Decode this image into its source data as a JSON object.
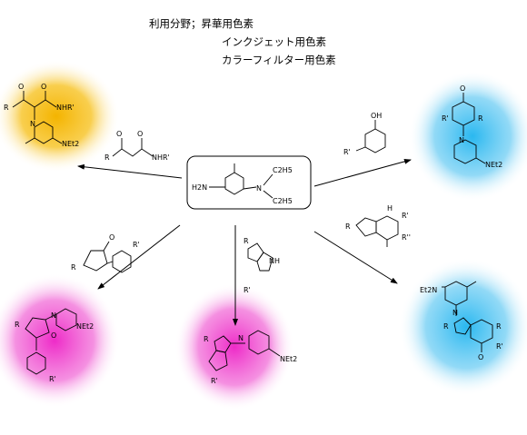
{
  "notes": {
    "line1": "利用分野；昇華用色素",
    "line2": "インクジェット用色素",
    "line3": "カラーフィルター用色素"
  },
  "center": {
    "amine_left": "H2N",
    "amine_right": "N",
    "ethyl_top": "C2H5",
    "ethyl_bottom": "C2H5"
  },
  "reagents": {
    "left": {
      "carbonyl_label": "O",
      "r": "R",
      "nh": "NHR'"
    },
    "upper_right": {
      "oh": "OH",
      "r": "R'"
    },
    "lower_left": {
      "r": "R",
      "rp": "R'"
    },
    "lower_middle": {
      "r": "R",
      "rp": "R'",
      "nh": "NH"
    },
    "lower_right": {
      "h": "H",
      "r": "R",
      "rp": "R'",
      "rpp": "R''"
    }
  },
  "products": {
    "yellow": {
      "r": "R",
      "nhr": "NHR'",
      "net2": "NEt2",
      "n": "N",
      "o": "O"
    },
    "cyan_top": {
      "o": "O",
      "r": "R",
      "rp": "R'",
      "n": "N",
      "net2": "NEt2"
    },
    "magenta_left": {
      "r": "R",
      "n": "N",
      "o": "O",
      "rp": "R'",
      "net2": "NEt2"
    },
    "magenta_center": {
      "r": "R",
      "rp": "R'",
      "n": "N",
      "net2": "NEt2"
    },
    "cyan_bottom": {
      "et2n": "Et2N",
      "n": "N",
      "o": "O",
      "r": "R",
      "rp": "R'"
    }
  },
  "colors": {
    "yellow": "#f4b400",
    "cyan": "#2ab8f0",
    "magenta": "#ee2bc8"
  }
}
